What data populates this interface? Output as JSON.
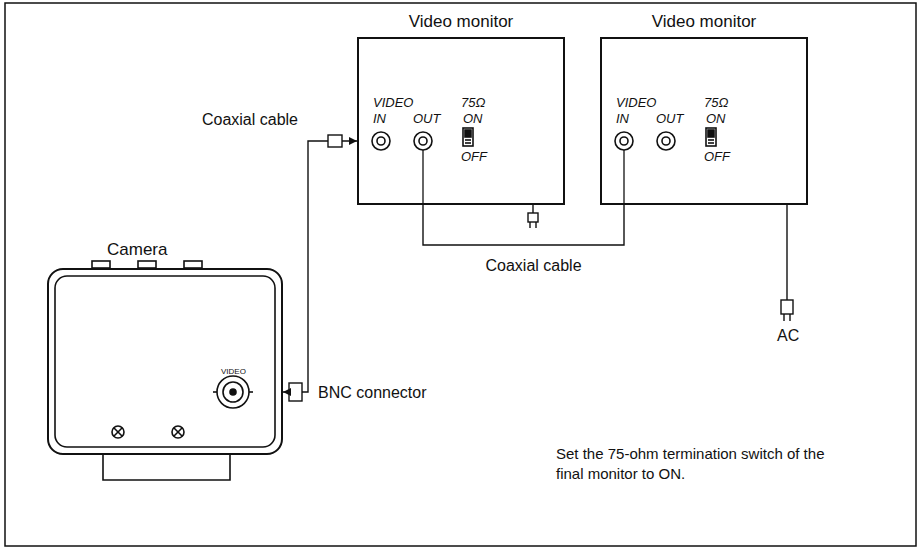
{
  "diagram": {
    "nodes": [
      {
        "text": [
          "Video monitor",
          "VIDEO",
          "IN",
          "OUT",
          "75Ω",
          "ON",
          "OFF"
        ]
      },
      {
        "text": [
          "Video monitor",
          "VIDEO",
          "IN",
          "OUT",
          "75Ω",
          "ON",
          "OFF"
        ]
      },
      {
        "text": [
          "Camera",
          "VIDEO"
        ]
      }
    ],
    "edges": [
      {
        "from": 2,
        "to": 0,
        "arrow": "both",
        "label": "Coaxial cable"
      },
      {
        "from": 0,
        "to": 1,
        "arrow": "none",
        "label": "Coaxial cable"
      }
    ],
    "labels": [
      "BNC connector",
      "AC",
      "Set the 75-ohm termination switch of the final monitor to ON."
    ]
  }
}
